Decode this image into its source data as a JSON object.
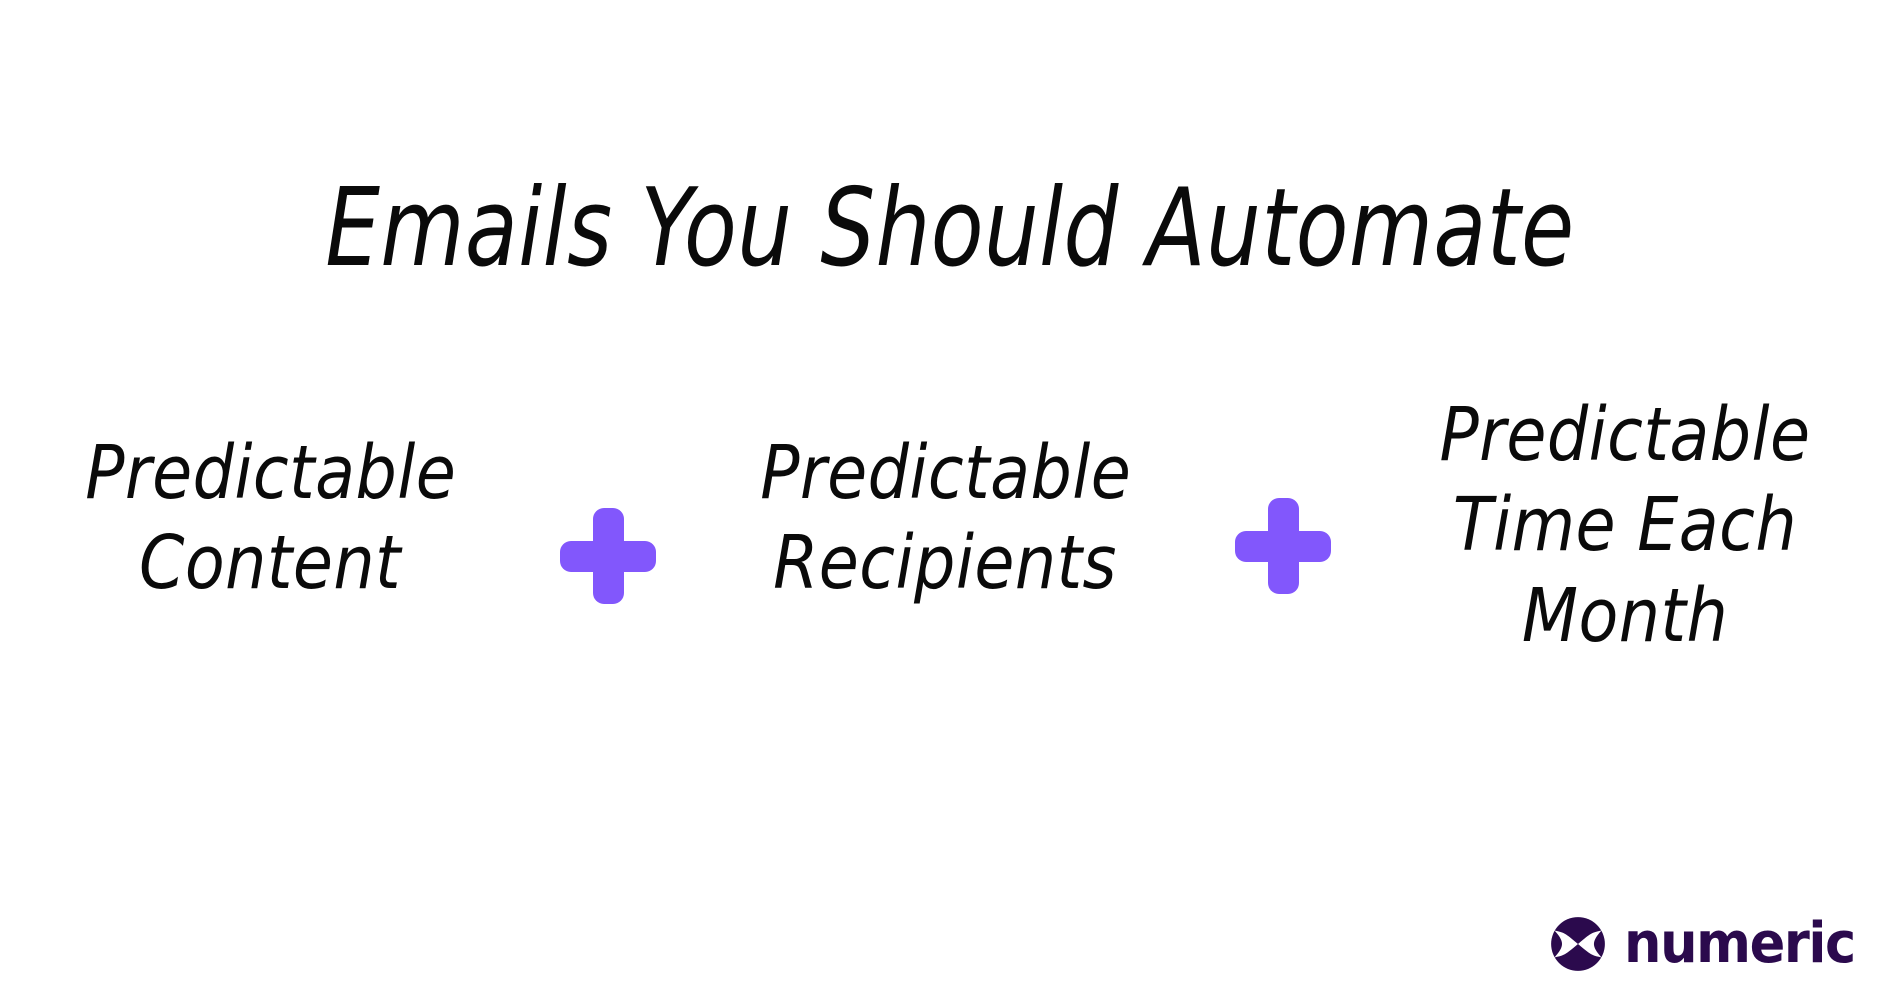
{
  "page": {
    "background_color": "#ffffff",
    "title": "Emails You Should Automate"
  },
  "formula": {
    "terms": [
      {
        "text": "Predictable\nContent"
      },
      {
        "text": "Predictable\nRecipients"
      },
      {
        "text": "Predictable\nTime Each\nMonth"
      }
    ],
    "operators": [
      {
        "symbol": "+",
        "color": "#8257FC"
      },
      {
        "symbol": "+",
        "color": "#8257FC"
      }
    ]
  },
  "branding": {
    "name": "numeric",
    "color": "#2B0A4D"
  }
}
